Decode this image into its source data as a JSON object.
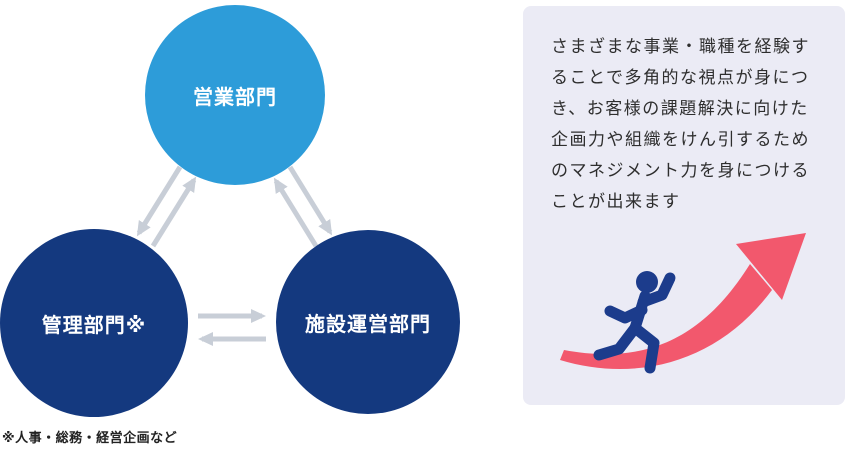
{
  "diagram": {
    "nodes": [
      {
        "id": "sales",
        "label": "営業部門"
      },
      {
        "id": "admin",
        "label": "管理部門※"
      },
      {
        "id": "facility",
        "label": "施設運営部門"
      }
    ],
    "note": "※人事・総務・経営企画など",
    "colors": {
      "top_circle": "#2d9cd9",
      "bottom_circles": "#14397f",
      "exchange_arrows": "#c8ced7"
    }
  },
  "info_card": {
    "text": "さまざまな事業・職種を経験することで多角的な視点が身につき、お客様の課題解決に向けた企画力や組織をけん引するためのマネジメント力を身につけることが出来ます",
    "background": "#ebebf5",
    "illustration": {
      "icons": [
        "running-person-icon",
        "growth-arrow-icon"
      ],
      "person_color": "#1c3c8c",
      "arrow_color": "#f2586d"
    }
  }
}
